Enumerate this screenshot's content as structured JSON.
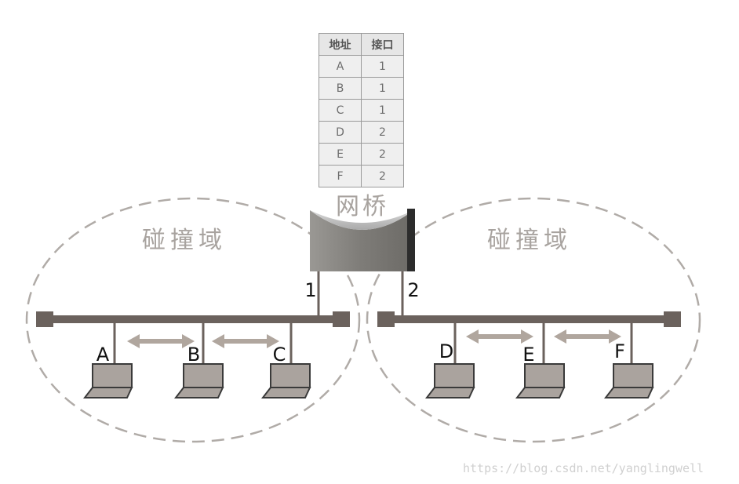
{
  "table": {
    "headers": [
      "地址",
      "接口"
    ],
    "rows": [
      [
        "A",
        "1"
      ],
      [
        "B",
        "1"
      ],
      [
        "C",
        "1"
      ],
      [
        "D",
        "2"
      ],
      [
        "E",
        "2"
      ],
      [
        "F",
        "2"
      ]
    ]
  },
  "bridge": {
    "label": "网桥",
    "port_left": "1",
    "port_right": "2"
  },
  "domains": {
    "left_label": "碰撞域",
    "right_label": "碰撞域"
  },
  "hosts": [
    "A",
    "B",
    "C",
    "D",
    "E",
    "F"
  ],
  "watermark": "https://blog.csdn.net/yanglingwell",
  "colors": {
    "bus": "#6b625d",
    "dash": "#b0aba7",
    "arrow": "#b0a69e",
    "laptop": "#aaa39e",
    "label_gray": "#a8a39f",
    "bridge_body": "#7a7874",
    "bridge_top": "#bdbdbd"
  }
}
